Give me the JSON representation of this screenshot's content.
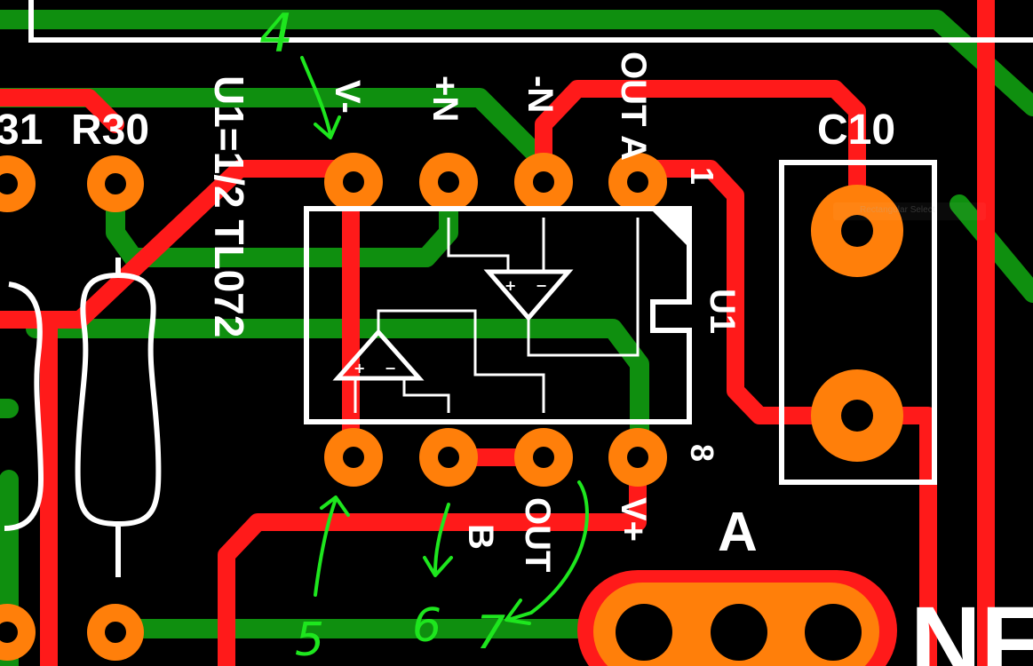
{
  "colors": {
    "background": "#000000",
    "top_copper": "#ff1a1a",
    "bottom_copper": "#0f8f0f",
    "pad": "#ff7f0a",
    "silkscreen": "#ffffff",
    "annotation": "#1ee61e"
  },
  "silkscreen": {
    "r31_partial": "31",
    "r30": "R30",
    "u1_desc": "U1=1/2 TL072",
    "c10": "C10",
    "u1_ref": "U1",
    "pin1": "1",
    "pin8": "8",
    "label_a": "A",
    "label_nf": "NF",
    "pin_top_v_minus": "V-",
    "pin_top_in_plus": "+N",
    "pin_top_in_minus": "-N",
    "pin_top_out_a": "OUT A",
    "pin_bottom_b": "B",
    "pin_bottom_out": "OUT",
    "pin_bottom_v_plus": "V+"
  },
  "handwritten": {
    "n4": "4",
    "n5": "5",
    "n6": "6",
    "n7": "7"
  },
  "tooltip": {
    "text": "Rectangular Select"
  }
}
